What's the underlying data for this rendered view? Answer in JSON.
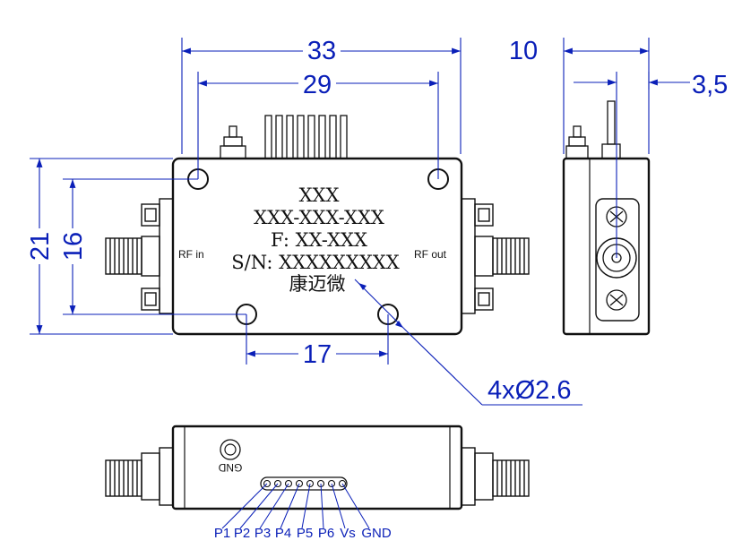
{
  "dimensions": {
    "width_outer": "33",
    "width_inner": "29",
    "height_outer": "21",
    "height_inner": "16",
    "hole_spacing": "17",
    "hole_spec": "4xØ2.6",
    "depth": "10",
    "offset": "3,5"
  },
  "body_labels": {
    "line1": "XXX",
    "line2": "XXX-XXX-XXX",
    "line3": "F: XX-XXX",
    "line4": "S/N: XXXXXXXXX",
    "brand": "康迈微"
  },
  "ports": {
    "rf_in": "RF in",
    "rf_out": "RF out",
    "gnd_top": "GND"
  },
  "pins": [
    "P1",
    "P2",
    "P3",
    "P4",
    "P5",
    "P6",
    "Vs",
    "GND"
  ],
  "colors": {
    "dimension": "#0a1fb8",
    "outline": "#111111"
  }
}
